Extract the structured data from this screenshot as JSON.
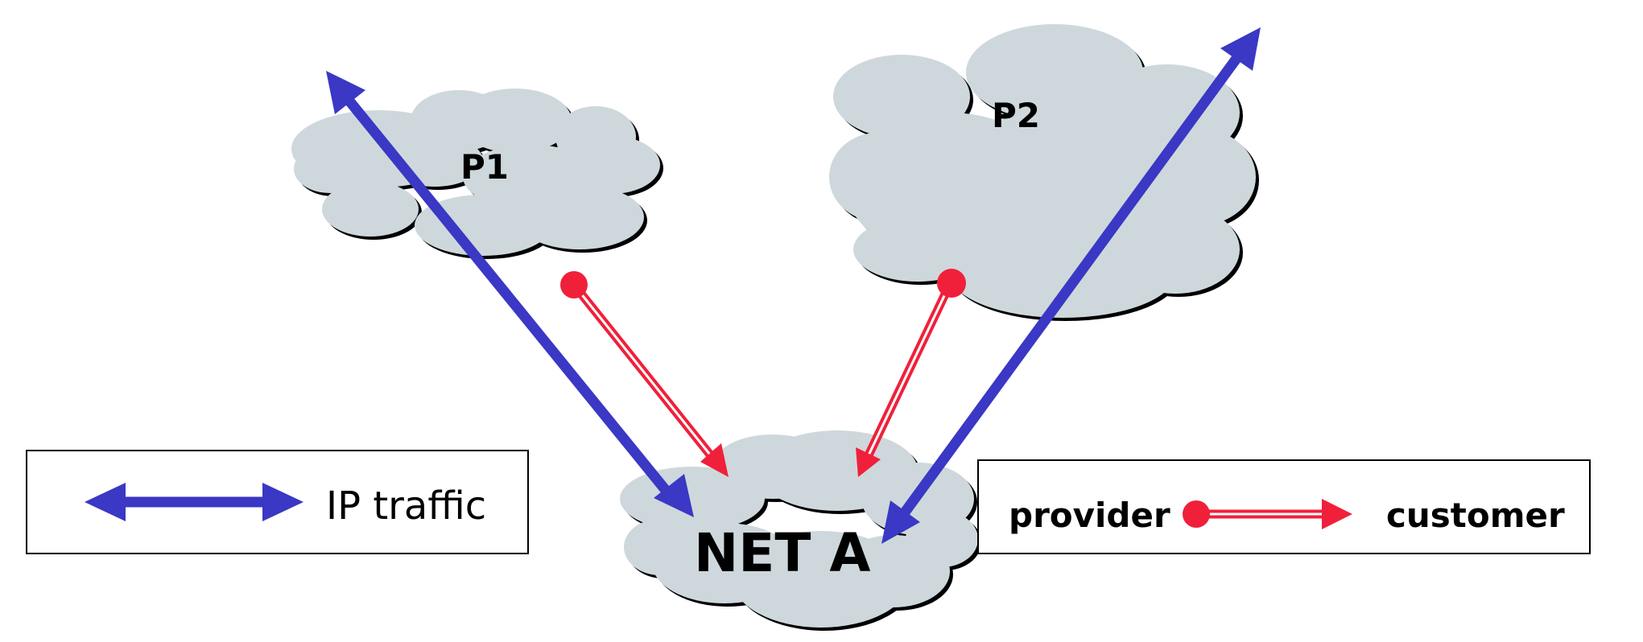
{
  "clouds": {
    "p1": "P1",
    "p2": "P2",
    "net_a": "NET A"
  },
  "legend": {
    "ip_traffic": "IP traffic",
    "provider": "provider",
    "customer": "customer"
  },
  "colors": {
    "ip_traffic": "#3a38c4",
    "provider_customer": "#f0203a",
    "cloud_fill": "#ced8dc"
  }
}
